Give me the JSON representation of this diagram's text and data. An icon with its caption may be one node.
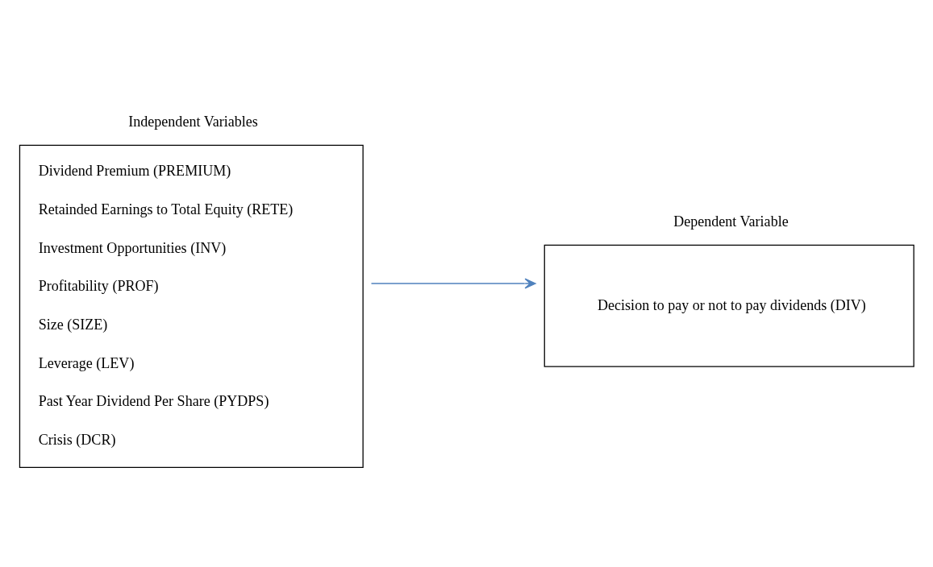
{
  "diagram": {
    "nodes": [
      {
        "text": [
          "Independent Variables",
          "Dividend Premium (PREMIUM)",
          "Retainded Earnings to Total Equity (RETE)",
          "Investment Opportunities (INV)",
          "Profitability (PROF)",
          "Size (SIZE)",
          "Leverage (LEV)",
          "Past Year Dividend Per Share (PYDPS)",
          "Crisis (DCR)"
        ]
      },
      {
        "text": [
          "Dependent Variable",
          "Decision to pay or not to pay dividends (DIV)"
        ]
      }
    ],
    "edges": [
      {
        "from": 0,
        "to": 1,
        "arrow": "to",
        "color": "#4f81bd"
      }
    ]
  }
}
